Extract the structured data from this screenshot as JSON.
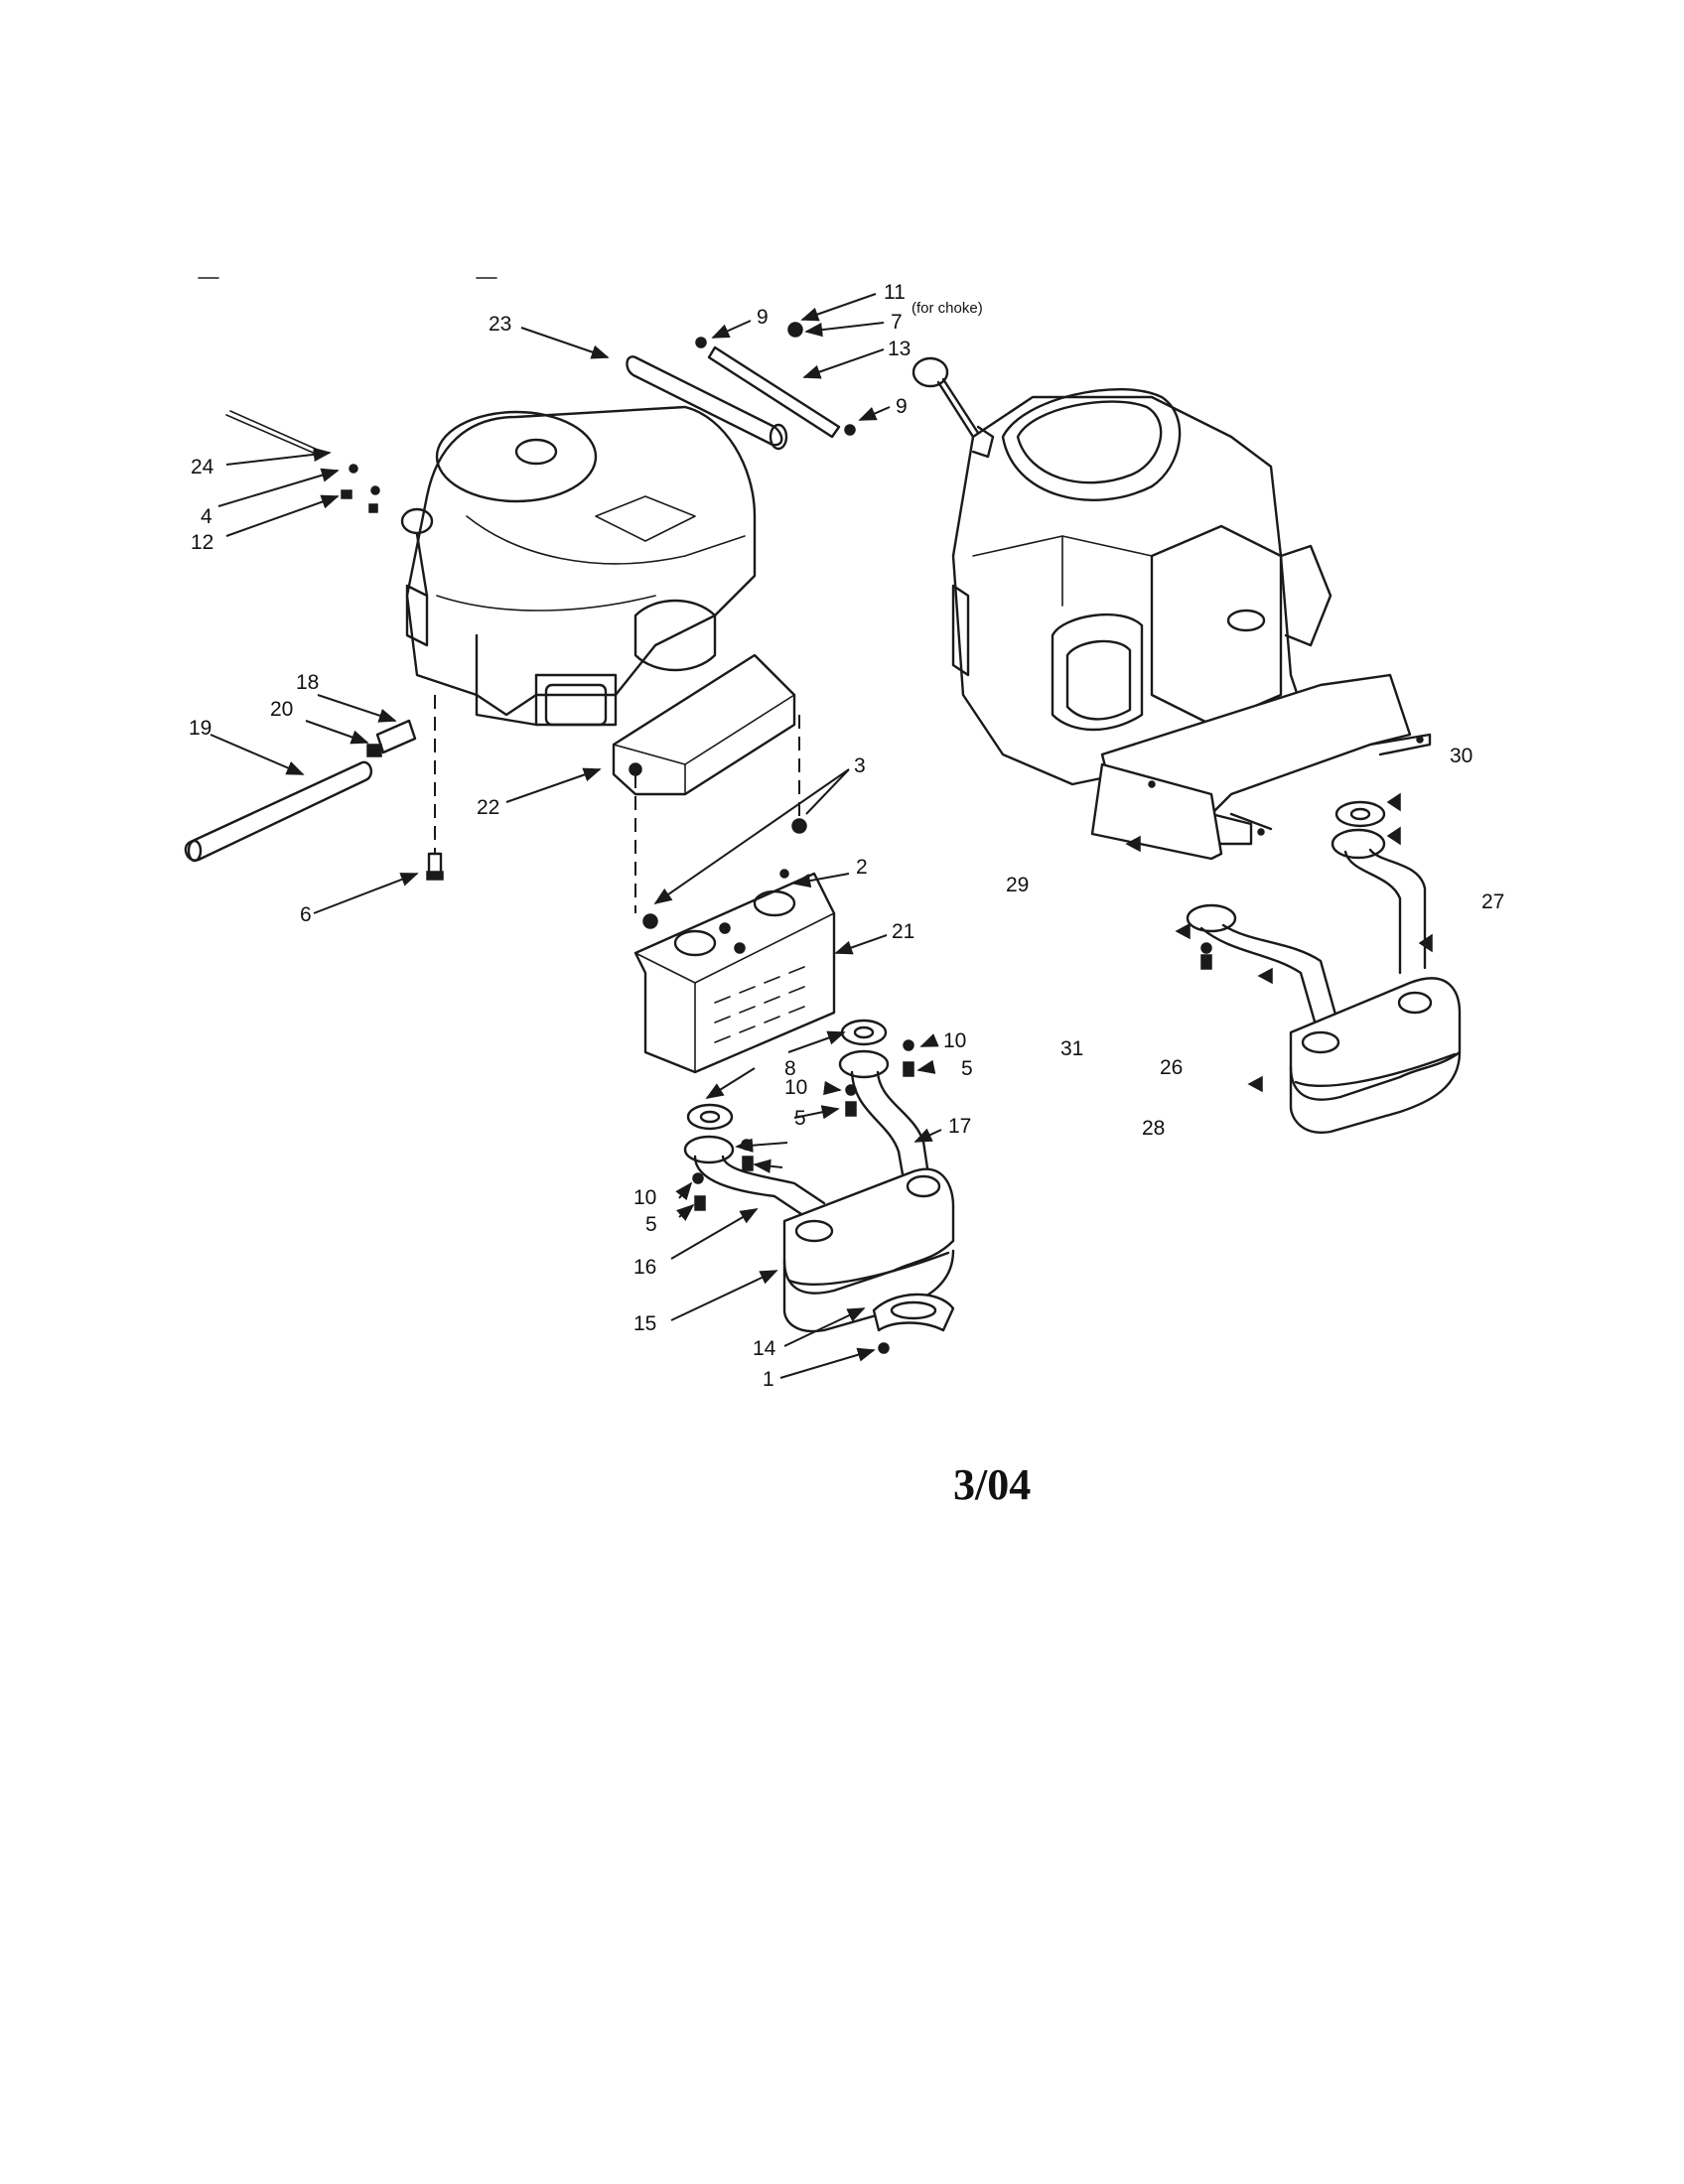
{
  "diagram": {
    "callouts": [
      "1",
      "2",
      "3",
      "4",
      "5",
      "5",
      "5",
      "6",
      "7",
      "8",
      "9",
      "9",
      "10",
      "10",
      "10",
      "11",
      "12",
      "13",
      "14",
      "15",
      "16",
      "17",
      "18",
      "19",
      "20",
      "21",
      "22",
      "23",
      "24",
      "26",
      "27",
      "28",
      "29",
      "30",
      "31"
    ],
    "note_for_choke": "(for choke)",
    "date_stamp": "3/04"
  },
  "colors": {
    "ink": "#1a1a1a",
    "paper": "#ffffff"
  }
}
